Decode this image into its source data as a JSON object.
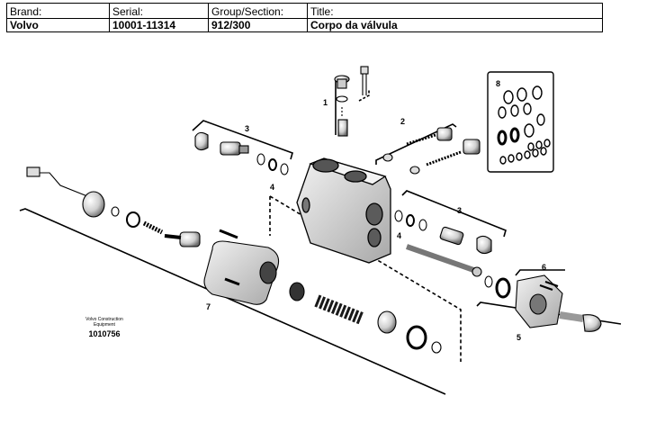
{
  "header": {
    "brand_label": "Brand:",
    "brand_value": "Volvo",
    "serial_label": "Serial:",
    "serial_value": "10001-11314",
    "group_label": "Group/Section:",
    "group_value": "912/300",
    "title_label": "Title:",
    "title_value": "Corpo da válvula"
  },
  "diagram": {
    "part_numbers": [
      "1",
      "2",
      "3",
      "4",
      "3",
      "4",
      "5",
      "6",
      "7",
      "8"
    ],
    "logo_line1": "Volvo Construction",
    "logo_line2": "Equipment",
    "figure_number": "1010756"
  },
  "colors": {
    "line": "#000000",
    "part_fill": "#e8e8e8",
    "part_dark": "#9a9a9a"
  }
}
